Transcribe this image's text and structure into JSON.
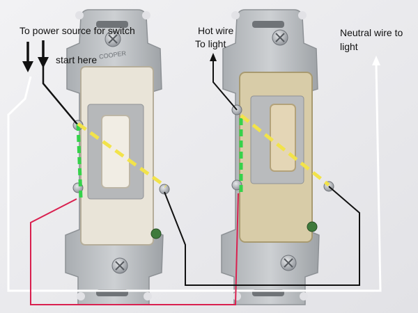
{
  "labels": {
    "power_source": "To power source for switch",
    "start_here": "start here",
    "hot_wire_line1": "Hot wire",
    "hot_wire_line2": "To light",
    "neutral_line1": "Neutral wire to",
    "neutral_line2": "light"
  },
  "switches": [
    {
      "name": "left-switch",
      "stamp_text": "COOPER",
      "body_color": "#e9e4d8",
      "toggle_color": "#f1ede4"
    },
    {
      "name": "right-switch",
      "stamp_text": "",
      "body_color": "#d8cca8",
      "toggle_color": "#e4d6b6"
    }
  ],
  "colors": {
    "background": "#ececef",
    "strap_metal": "#b9bcbf",
    "screw": "#a8acb2",
    "hot_black_wire": "#111111",
    "neutral_white_wire": "#ffffff",
    "red_wire": "#d9204f",
    "green_marker": "#35d24a",
    "yellow_marker": "#f2e34a"
  }
}
